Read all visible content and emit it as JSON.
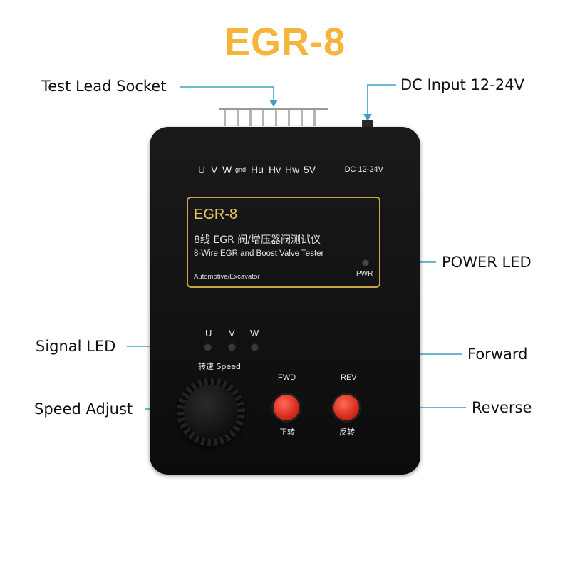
{
  "title": {
    "text": "EGR-8",
    "color": "#f5b53a"
  },
  "callouts": {
    "test_lead_socket": "Test Lead Socket",
    "dc_input": "DC Input 12-24V",
    "power_led": "POWER LED",
    "signal_led": "Signal LED",
    "forward": "Forward",
    "speed_adjust": "Speed Adjust",
    "reverse": "Reverse",
    "line_color": "#3aa0c4"
  },
  "device": {
    "pin_labels": [
      "U",
      "V",
      "W",
      "gnd",
      "Hu",
      "Hv",
      "Hw",
      "5V"
    ],
    "dc_label": "DC 12-24V",
    "panel": {
      "model": "EGR-8",
      "title_cn": "8线 EGR 阀/增压器阀测试仪",
      "title_en": "8-Wire EGR and Boost Valve Tester",
      "application": "Automotive/Excavator",
      "pwr_label": "PWR",
      "border_color": "#c9a34a"
    },
    "signal_leds": [
      "U",
      "V",
      "W"
    ],
    "speed_label": "转速  Speed",
    "fwd": {
      "label": "FWD",
      "cn": "正转"
    },
    "rev": {
      "label": "REV",
      "cn": "反转"
    },
    "button_color": "#e0321f"
  }
}
